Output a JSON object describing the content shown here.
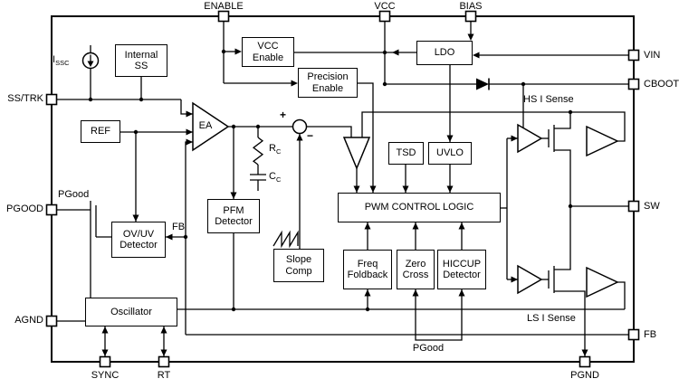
{
  "diagram": {
    "pins": {
      "enable": "ENABLE",
      "vcc": "VCC",
      "bias": "BIAS",
      "vin": "VIN",
      "cboot": "CBOOT",
      "sw": "SW",
      "fb": "FB",
      "pgnd": "PGND",
      "sync": "SYNC",
      "rt": "RT",
      "ss_trk": "SS/TRK",
      "pgood": "PGOOD",
      "agnd": "AGND"
    },
    "blocks": {
      "internal_ss": "Internal SS",
      "vcc_enable": "VCC Enable",
      "ldo": "LDO",
      "precision_enable": "Precision Enable",
      "ref": "REF",
      "tsd": "TSD",
      "uvlo": "UVLO",
      "pwm_control_logic": "PWM CONTROL LOGIC",
      "pfm_detector": "PFM Detector",
      "ovuv_detector": "OV/UV Detector",
      "slope_comp": "Slope Comp",
      "freq_foldback": "Freq Foldback",
      "zero_cross": "Zero Cross",
      "hiccup_detector": "HICCUP Detector",
      "oscillator": "Oscillator",
      "error_amp": "EA"
    },
    "labels": {
      "issc_base": "I",
      "issc_sub": "SSC",
      "rc_base": "R",
      "rc_sub": "C",
      "cc_base": "C",
      "cc_sub": "C",
      "plus": "+",
      "minus": "−",
      "fb_internal": "FB",
      "pgood_internal": "PGood",
      "pgood_bottom": "PGood",
      "hs_i_sense": "HS I Sense",
      "ls_i_sense": "LS I Sense"
    }
  }
}
